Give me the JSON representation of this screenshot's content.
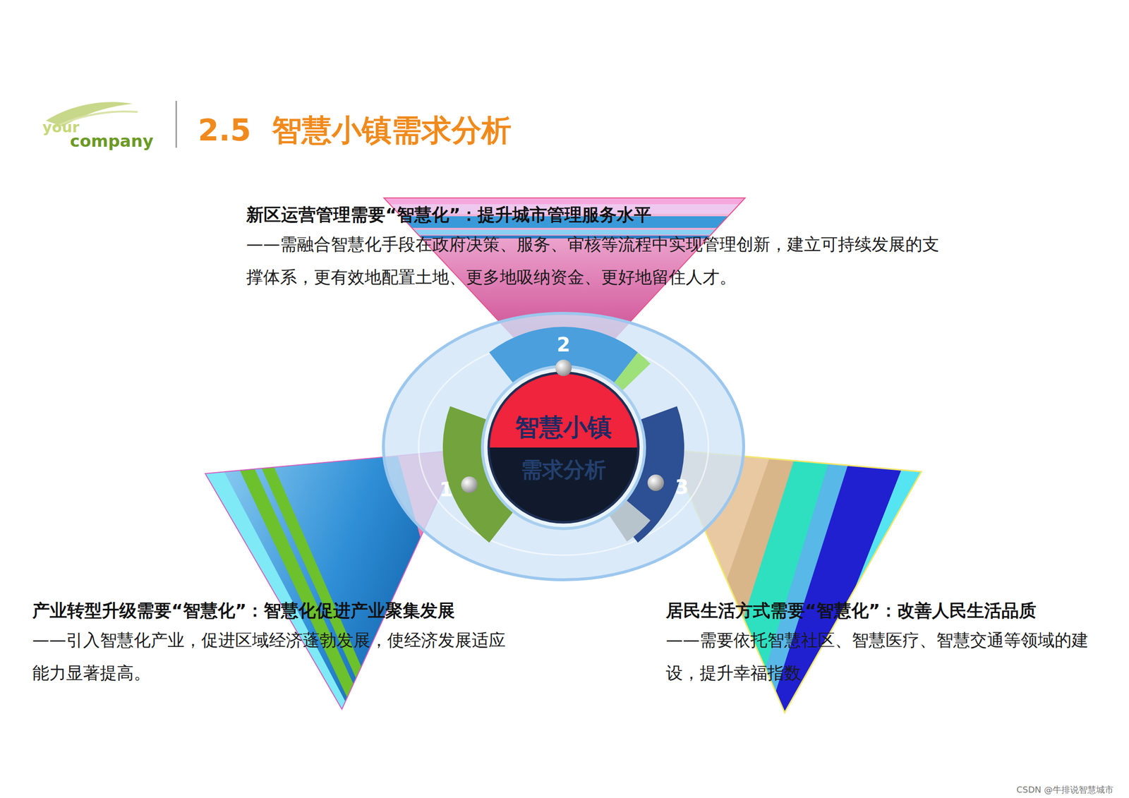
{
  "diagram": {
    "title": "2.5  智慧小镇需求分析",
    "nodes": [
      {
        "text": [
          "新区运营管理需要“智慧化”：提升城市管理服务水平",
          "——需融合智慧化手段在政府决策、服务、审核等流程中实现管理创新，建立可持续发展的支撑体系，更有效地配置土地、更多地吸纳资金、更好地留住人才。"
        ]
      },
      {
        "text": [
          "智慧小镇",
          "需求分析"
        ]
      },
      {
        "text": [
          "2"
        ]
      },
      {
        "text": [
          "1"
        ]
      },
      {
        "text": [
          "3"
        ]
      },
      {
        "text": [
          "产业转型升级需要“智慧化”：智慧化促进产业聚集发展",
          "——引入智慧化产业，促进区域经济蓬勃发展，使经济发展适应能力显著提高。"
        ]
      },
      {
        "text": [
          "居民生活方式需要“智慧化”：改善人民生活品质",
          "——需要依托智慧社区、智慧医疗、智慧交通等领域的建设，提升幸福指数"
        ]
      }
    ],
    "labels": [
      "your",
      "company",
      "CSDN @牛排说智慧城市"
    ]
  }
}
